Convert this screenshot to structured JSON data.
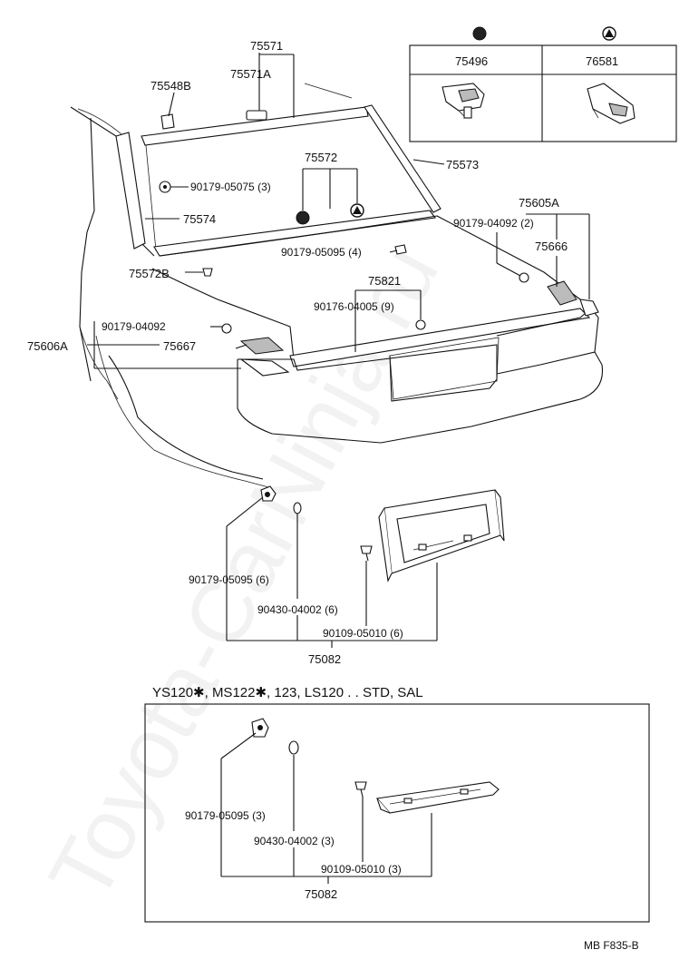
{
  "watermark": "Toyota-CarNinja.ru",
  "legend": {
    "col1_code": "75496",
    "col2_code": "76581",
    "col1_symbol": "circle",
    "col2_symbol": "triangle"
  },
  "parts": {
    "p75571": "75571",
    "p75571A": "75571A",
    "p75548B": "75548B",
    "p90179_05075": "90179-05075 (3)",
    "p75572": "75572",
    "p75573": "75573",
    "p75574": "75574",
    "p90179_05095_4": "90179-05095 (4)",
    "p75605A": "75605A",
    "p90179_04092_2": "90179-04092 (2)",
    "p75666": "75666",
    "p75572B": "75572B",
    "p75821": "75821",
    "p90176_04005": "90176-04005 (9)",
    "p90179_04092": "90179-04092",
    "p75606A": "75606A",
    "p75667": "75667"
  },
  "lower": {
    "a": "90179-05095 (6)",
    "b": "90430-04002 (6)",
    "c": "90109-05010 (6)",
    "assembly": "75082"
  },
  "inset": {
    "header": "YS120✱, MS122✱, 123, LS120 . . STD, SAL",
    "a": "90179-05095 (3)",
    "b": "90430-04002 (3)",
    "c": "90109-05010 (3)",
    "assembly": "75082"
  },
  "footer": {
    "code": "MB  F835-B"
  }
}
